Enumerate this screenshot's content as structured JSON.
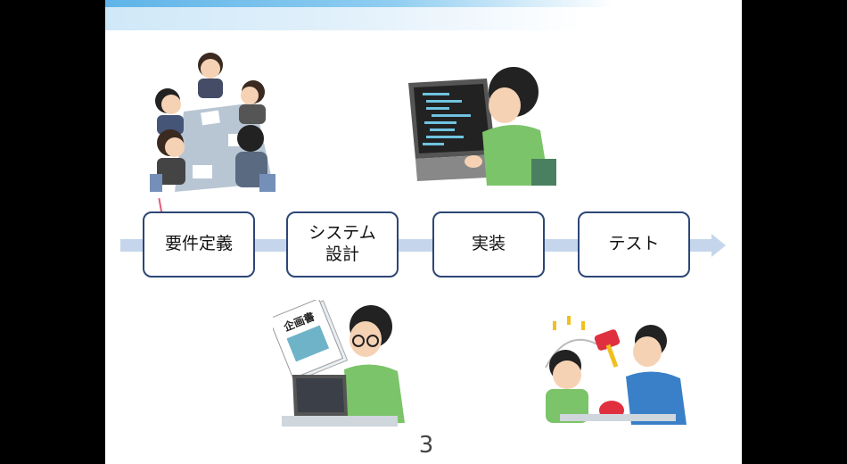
{
  "steps": [
    {
      "line1": "要件定義",
      "line2": ""
    },
    {
      "line1": "システム",
      "line2": "設計"
    },
    {
      "line1": "実装",
      "line2": ""
    },
    {
      "line1": "テスト",
      "line2": ""
    }
  ],
  "page_number": "3",
  "colors": {
    "step_border": "#2d4677",
    "flow_arrow": "#c5d6ec",
    "header_bar": "#5fb4e8"
  },
  "illustrations": {
    "requirements": "meeting-people-illustration",
    "implementation": "programmer-laptop-illustration",
    "design": "planner-with-document-illustration",
    "testing": "hammer-test-illustration"
  },
  "document_label": "企画書"
}
